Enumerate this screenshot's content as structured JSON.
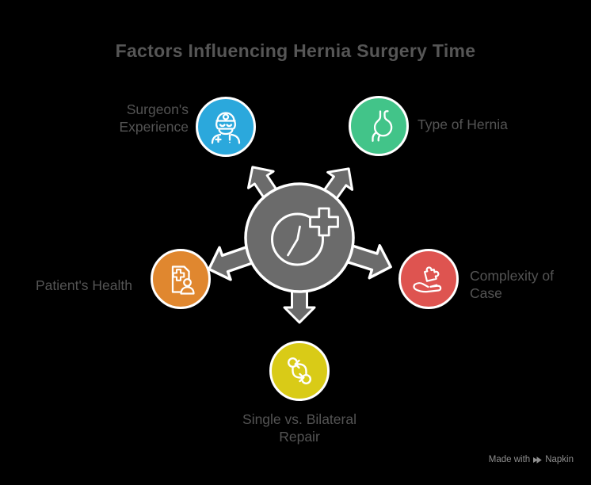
{
  "title": {
    "text": "Factors Influencing Hernia Surgery Time"
  },
  "center": {
    "icon": "clock-plus-icon",
    "meaning": "surgery time"
  },
  "colors": {
    "background": "#000000",
    "hub": "#6B6B6B",
    "outline": "#FFFFFF",
    "title_text": "#565656",
    "label_text": "#545454",
    "watermark_text": "#8E8E8E"
  },
  "nodes": [
    {
      "id": "surgeons-experience",
      "label": "Surgeon's Experience",
      "line1": "Surgeon's",
      "line2": "Experience",
      "color": "#2BA8DC",
      "icon": "surgeon-icon",
      "position": "top-left"
    },
    {
      "id": "type-of-hernia",
      "label": "Type of Hernia",
      "line1": "Type of Hernia",
      "line2": "",
      "color": "#42C489",
      "icon": "stomach-icon",
      "position": "top-right"
    },
    {
      "id": "patients-health",
      "label": "Patient's Health",
      "line1": "Patient's Health",
      "line2": "",
      "color": "#E0872F",
      "icon": "medical-record-icon",
      "position": "left"
    },
    {
      "id": "complexity-of-case",
      "label": "Complexity of Case",
      "line1": "Complexity of",
      "line2": "Case",
      "color": "#DE5450",
      "icon": "hand-puzzle-icon",
      "position": "right"
    },
    {
      "id": "single-vs-bilateral-repair",
      "label": "Single vs. Bilateral Repair",
      "line1": "Single vs. Bilateral",
      "line2": "Repair",
      "color": "#D9CB17",
      "icon": "swap-arrows-icon",
      "position": "bottom"
    }
  ],
  "watermark": {
    "prefix": "Made with",
    "brand": "Napkin"
  }
}
